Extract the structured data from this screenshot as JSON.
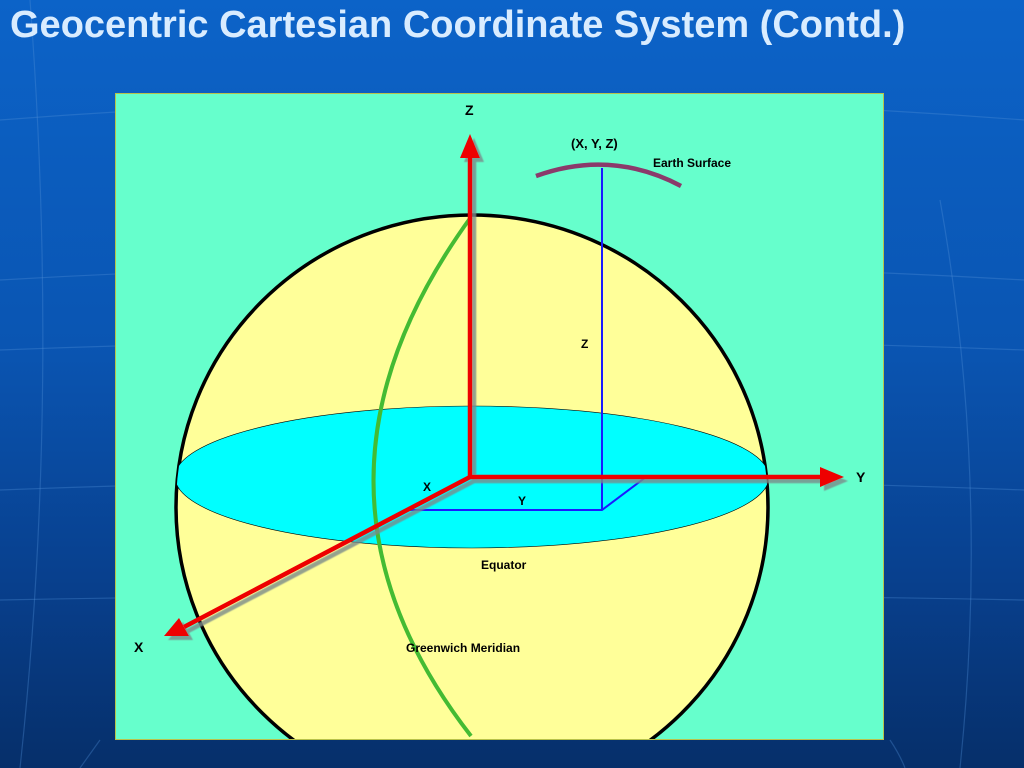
{
  "slide": {
    "title": "Geocentric Cartesian Coordinate System (Contd.)"
  },
  "diagram": {
    "axis_labels": {
      "z": "Z",
      "y": "Y",
      "x": "X"
    },
    "point_label": "(X, Y, Z)",
    "surface_label": "Earth Surface",
    "component_labels": {
      "z": "Z",
      "x": "X",
      "y": "Y"
    },
    "equator_label": "Equator",
    "meridian_label": "Greenwich Meridian"
  },
  "colors": {
    "background": "#0a55b2",
    "title": "#d9ecff",
    "panel": "#66ffcc",
    "earth": "#ffff99",
    "equator_plane": "#00ffff",
    "axes": "#ee0000",
    "meridian": "#44bb33",
    "projection_lines": "#1a1aff",
    "earth_surface_arc": "#8b3a6b"
  }
}
